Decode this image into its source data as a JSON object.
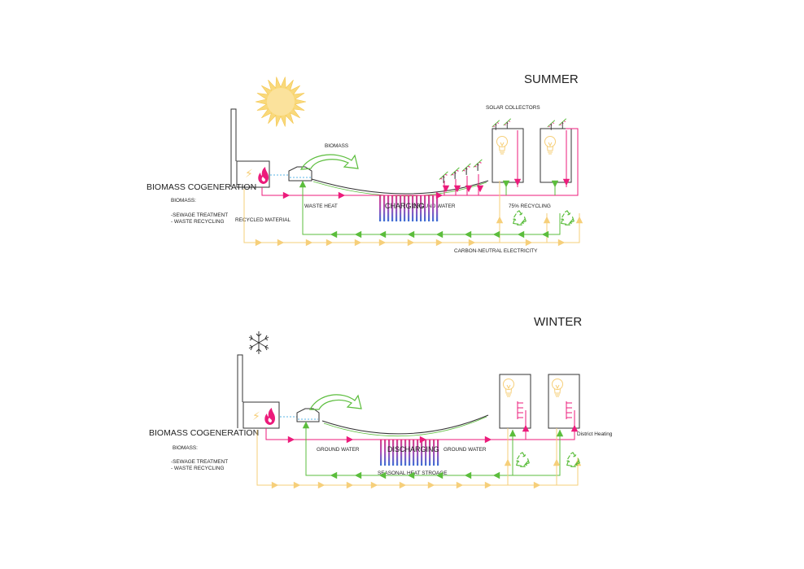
{
  "colors": {
    "hot": "#ec1b7b",
    "cold": "#5bbd3c",
    "electric": "#f6cf7a",
    "sun": "#f9d97b",
    "line": "#333333",
    "bar_blue": "#3c6fd6",
    "bar_pink": "#d9408a"
  },
  "summer": {
    "title": "SUMMER",
    "cogeneration": "BIOMASS COGENERATION",
    "biomass_heading": "BIOMASS:",
    "biomass_list": [
      "-SEWAGE TREATMENT",
      "- WASTE RECYCLING"
    ],
    "recycled_material": "RECYCLED MATERIAL",
    "biomass_label": "BIOMASS",
    "waste_heat": "WASTE HEAT",
    "storage_state": "CHARGING",
    "ground_water": "GROUND WATER",
    "solar_collectors": "SOLAR COLLECTORS",
    "recycling": "75% RECYCLING",
    "electricity": "CARBON-NEUTRAL ELECTRICITY",
    "icons": [
      "sun-icon",
      "flame-icon",
      "lightning-icon",
      "lightbulb-icon",
      "recycle-icon",
      "solar-panel-icon"
    ]
  },
  "winter": {
    "title": "WINTER",
    "cogeneration": "BIOMASS COGENERATION",
    "biomass_heading": "BIOMASS:",
    "biomass_list": [
      "-SEWAGE TREATMENT",
      "- WASTE RECYCLING"
    ],
    "ground_water_left": "GROUND WATER",
    "storage_state": "DISCHARGING",
    "ground_water_right": "GROUND WATER",
    "seasonal_storage": "SEASONAL HEAT STROAGE",
    "district_heating": "District Heating",
    "icons": [
      "snowflake-icon",
      "flame-icon",
      "lightning-icon",
      "lightbulb-icon",
      "recycle-icon",
      "radiator-icon"
    ]
  }
}
